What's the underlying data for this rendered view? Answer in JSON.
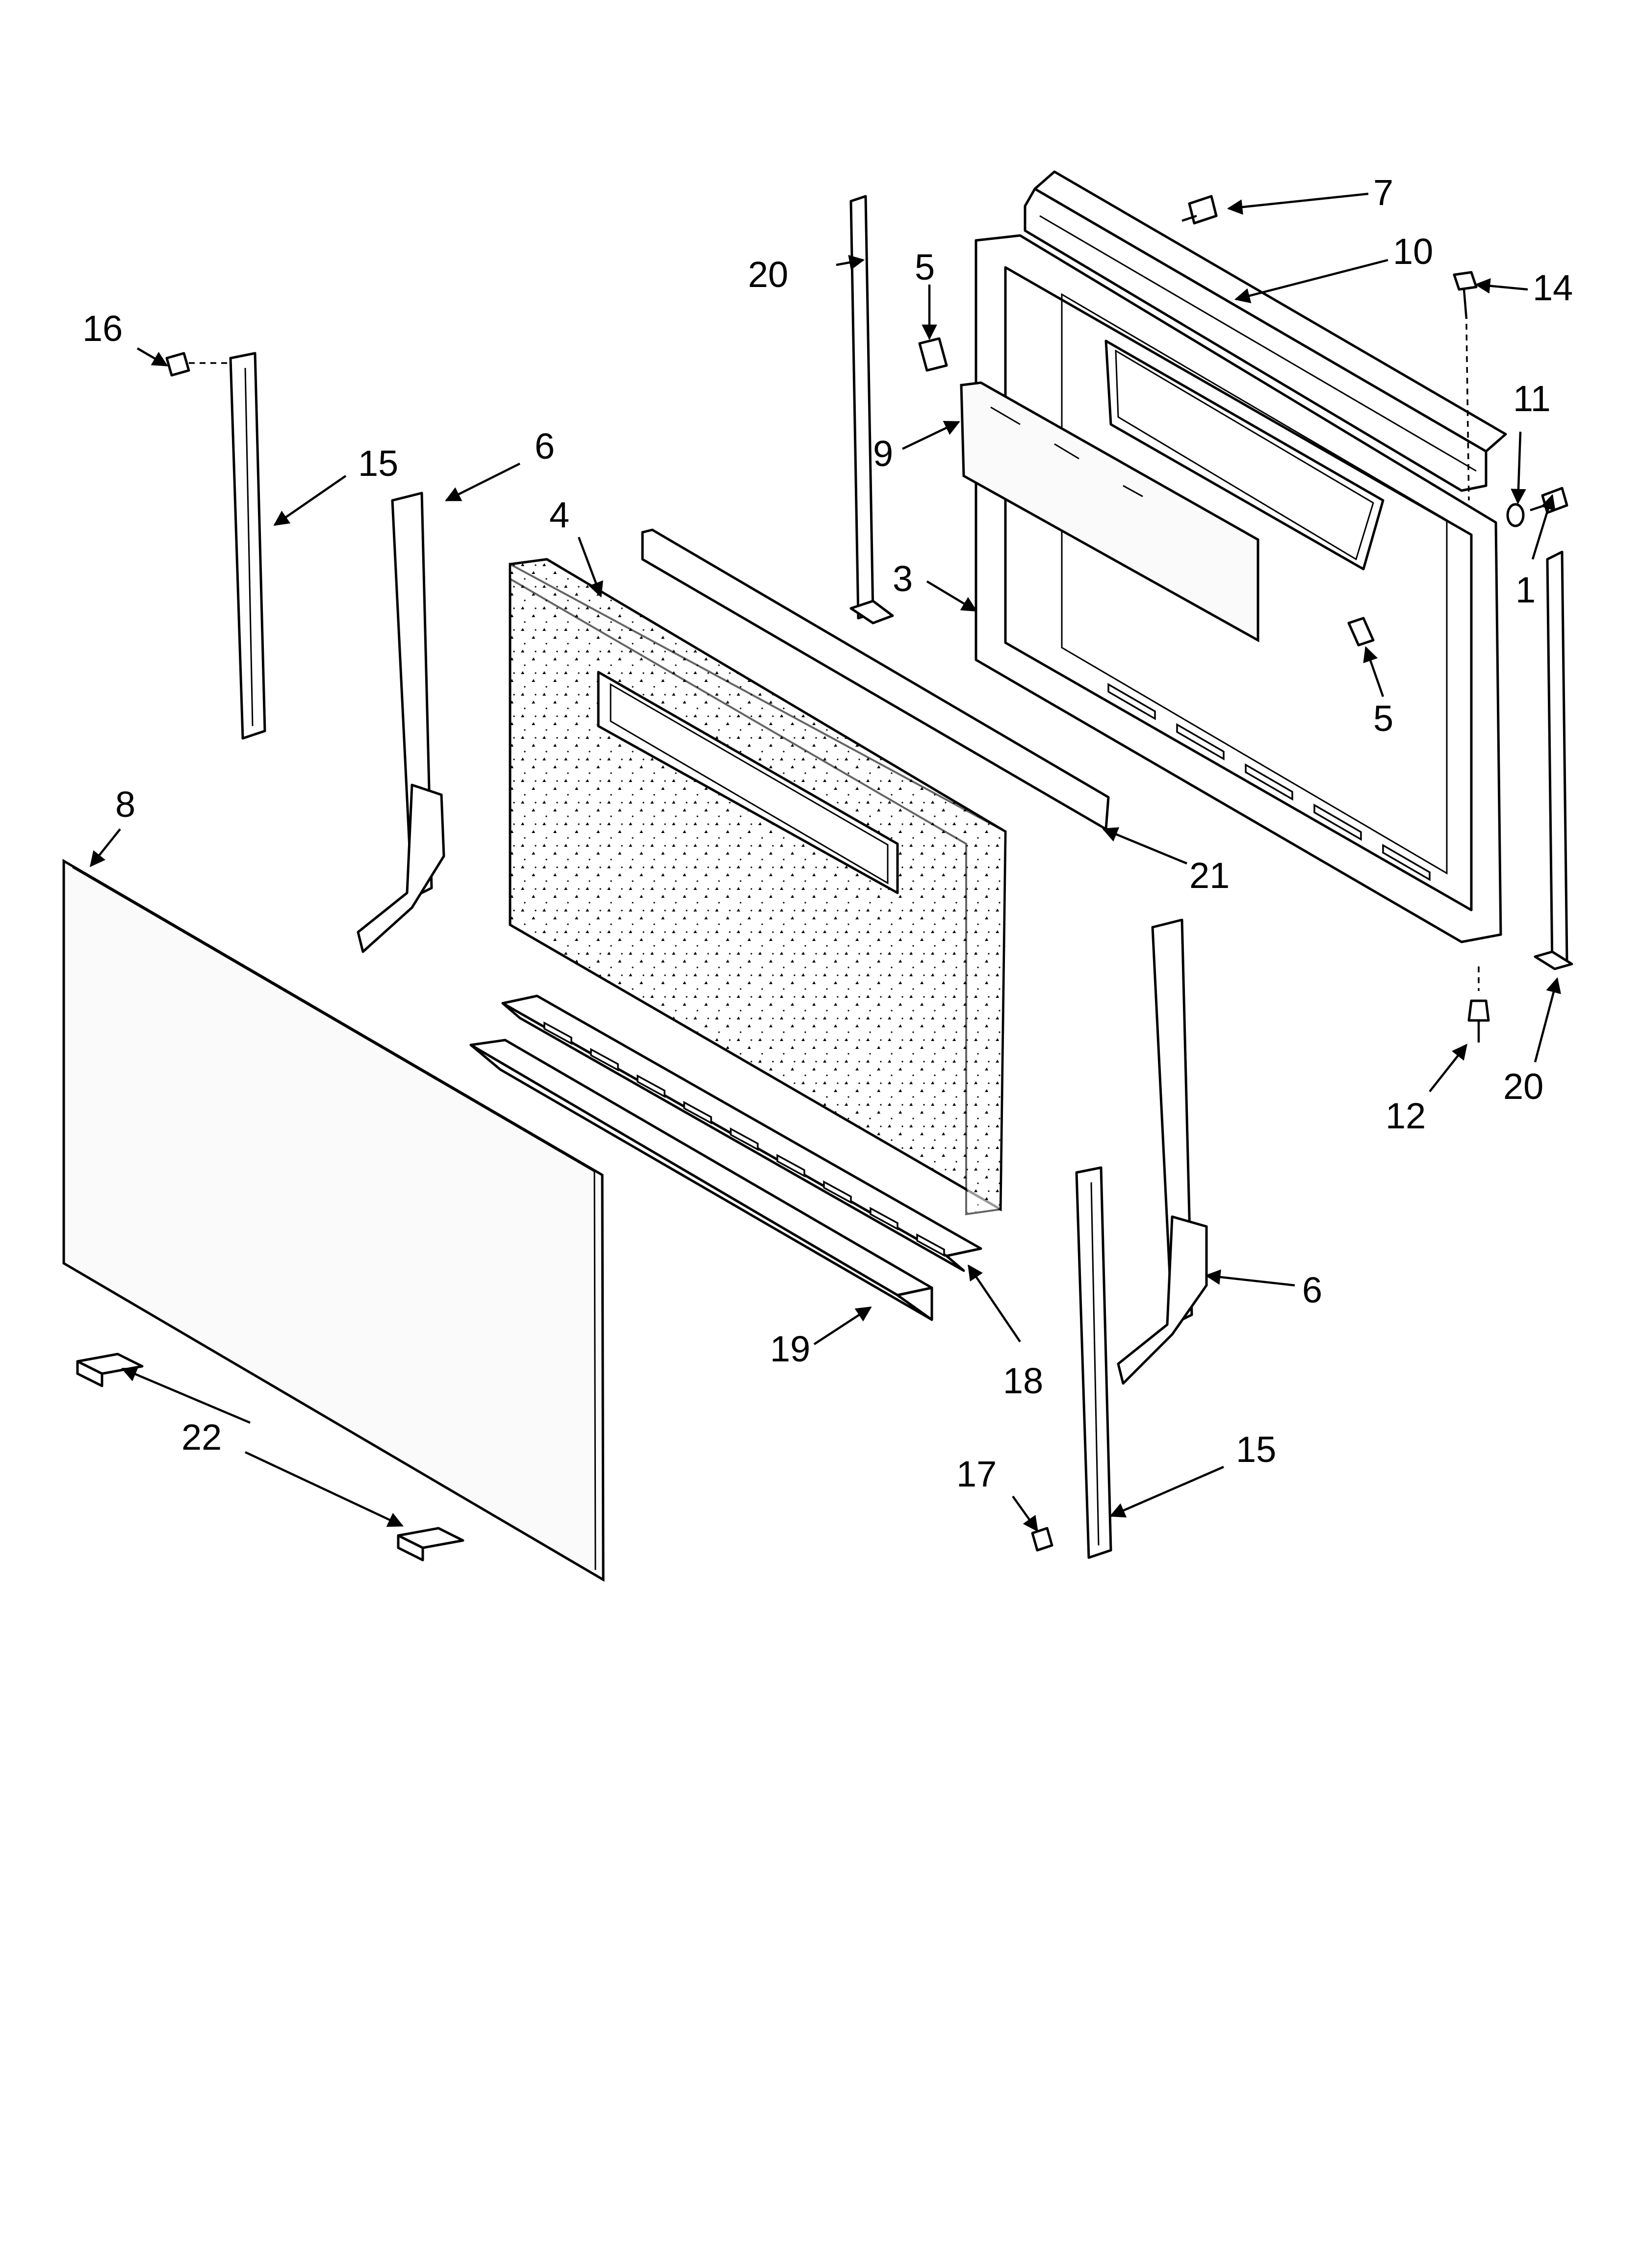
{
  "diagram": {
    "type": "exploded-parts-view",
    "callout_labels": {
      "p1": "1",
      "p3": "3",
      "p4": "4",
      "p5a": "5",
      "p5b": "5",
      "p6a": "6",
      "p6b": "6",
      "p7": "7",
      "p8": "8",
      "p9": "9",
      "p10": "10",
      "p11": "11",
      "p12": "12",
      "p14": "14",
      "p15a": "15",
      "p15b": "15",
      "p16": "16",
      "p17": "17",
      "p18": "18",
      "p19": "19",
      "p20a": "20",
      "p20b": "20",
      "p21": "21",
      "p22": "22"
    },
    "colors": {
      "ink": "#000000",
      "paper": "#ffffff"
    }
  }
}
